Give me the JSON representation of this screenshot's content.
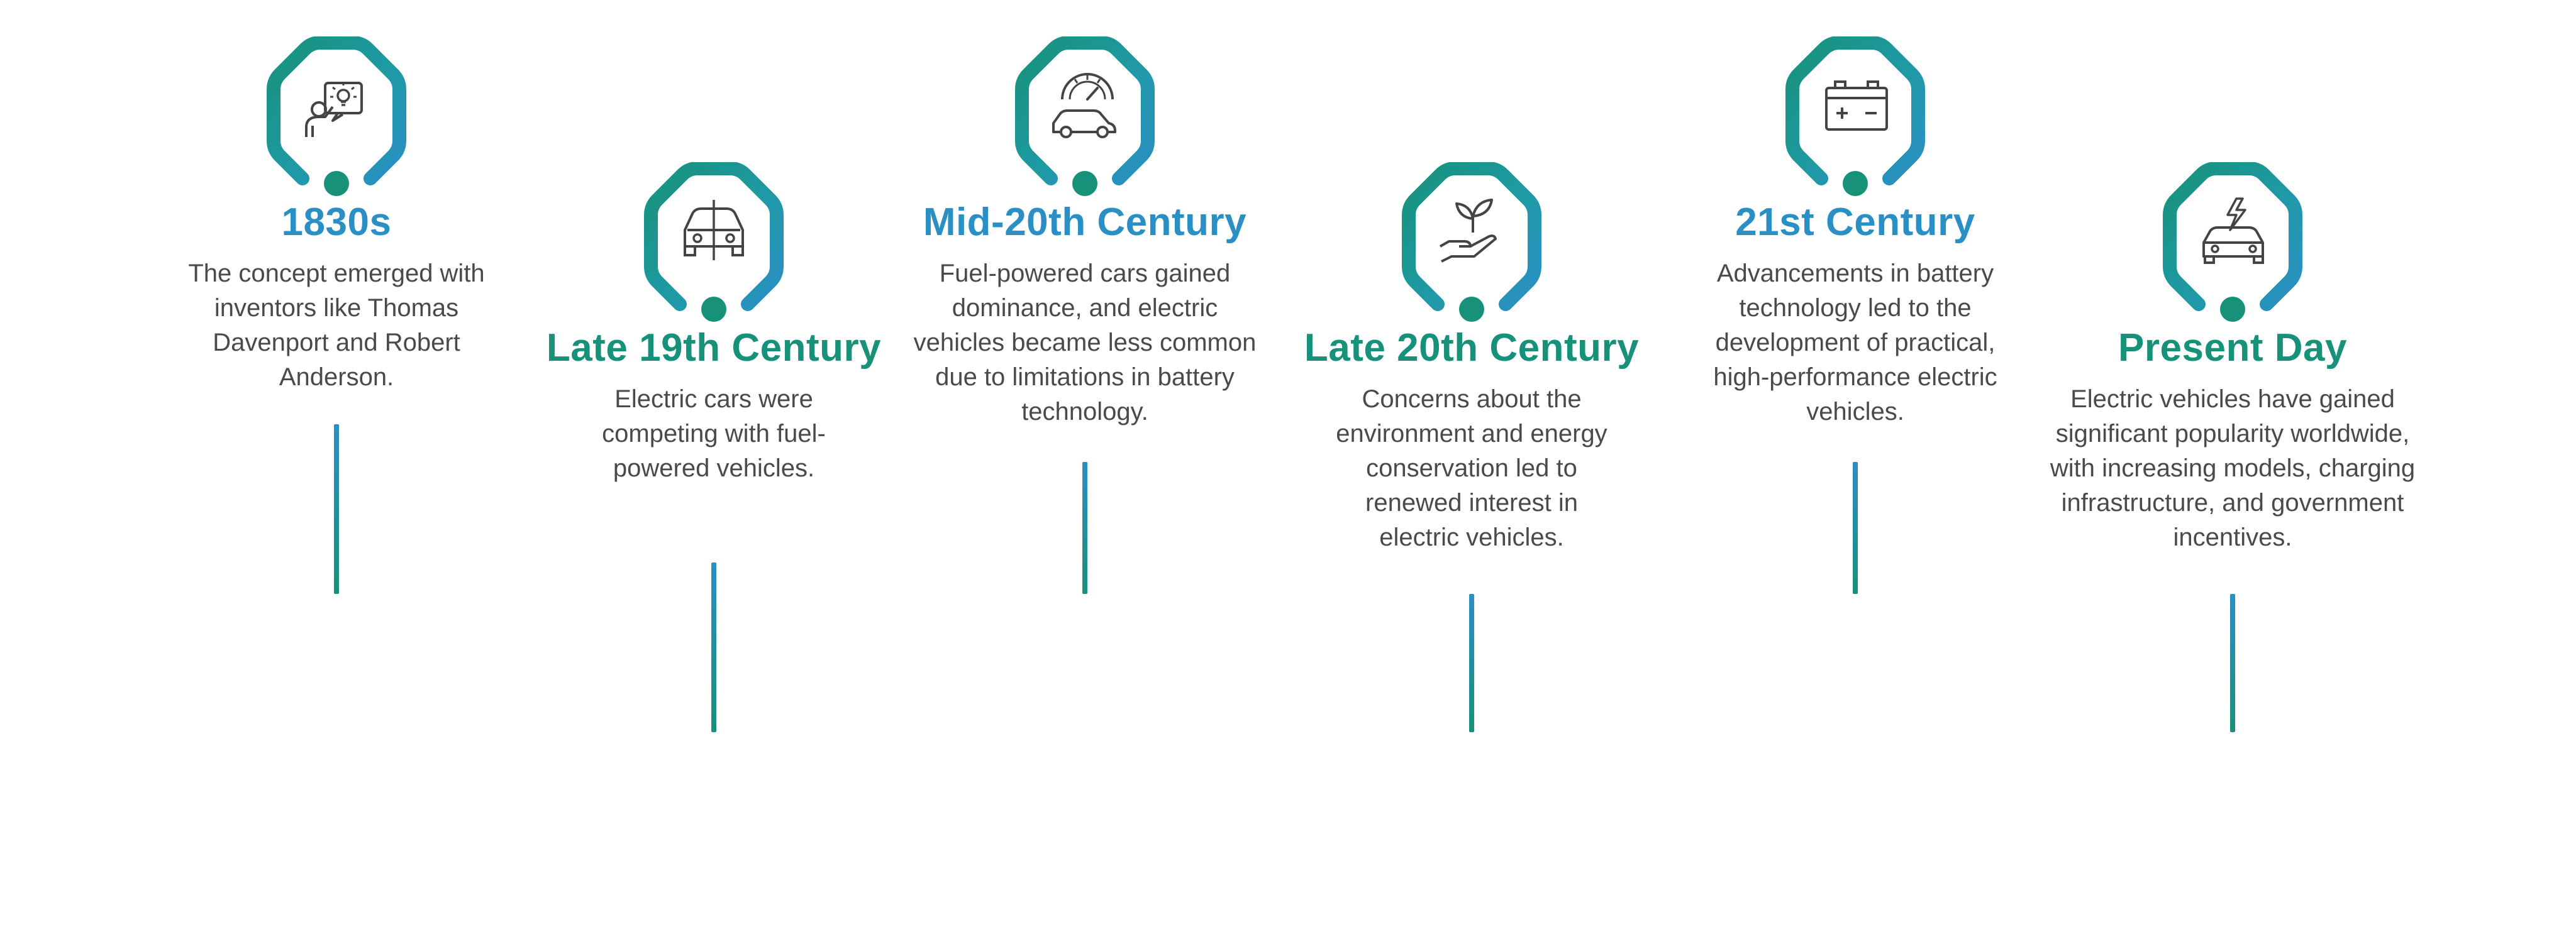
{
  "colors": {
    "blue": "#2a8fc4",
    "green": "#17917a",
    "text": "#4a4a4a",
    "road": "#3a3a3a",
    "road_shadow": "#7a7a7a",
    "road_line": "#ffffff"
  },
  "milestones": [
    {
      "title": "1830s",
      "color": "blue",
      "icon": "presenter-lightbulb-icon",
      "description": "The concept emerged with inventors like Thomas Davenport and Robert Anderson."
    },
    {
      "title": "Late 19th Century",
      "color": "green",
      "icon": "car-front-split-icon",
      "description": "Electric cars were competing with fuel-powered vehicles."
    },
    {
      "title": "Mid-20th Century",
      "color": "blue",
      "icon": "car-speedometer-icon",
      "description": "Fuel-powered cars gained dominance, and electric vehicles became less common due to limitations in battery technology."
    },
    {
      "title": "Late 20th Century",
      "color": "green",
      "icon": "hand-plant-icon",
      "description": "Concerns about the environment and energy conservation led to renewed interest in electric vehicles."
    },
    {
      "title": "21st Century",
      "color": "blue",
      "icon": "battery-icon",
      "description": "Advancements in battery technology led to the development of practical, high-performance electric vehicles."
    },
    {
      "title": "Present Day",
      "color": "green",
      "icon": "electric-car-bolt-icon",
      "description": "Electric vehicles have gained significant popularity worldwide, with increasing models, charging infrastructure, and government incentives."
    }
  ]
}
